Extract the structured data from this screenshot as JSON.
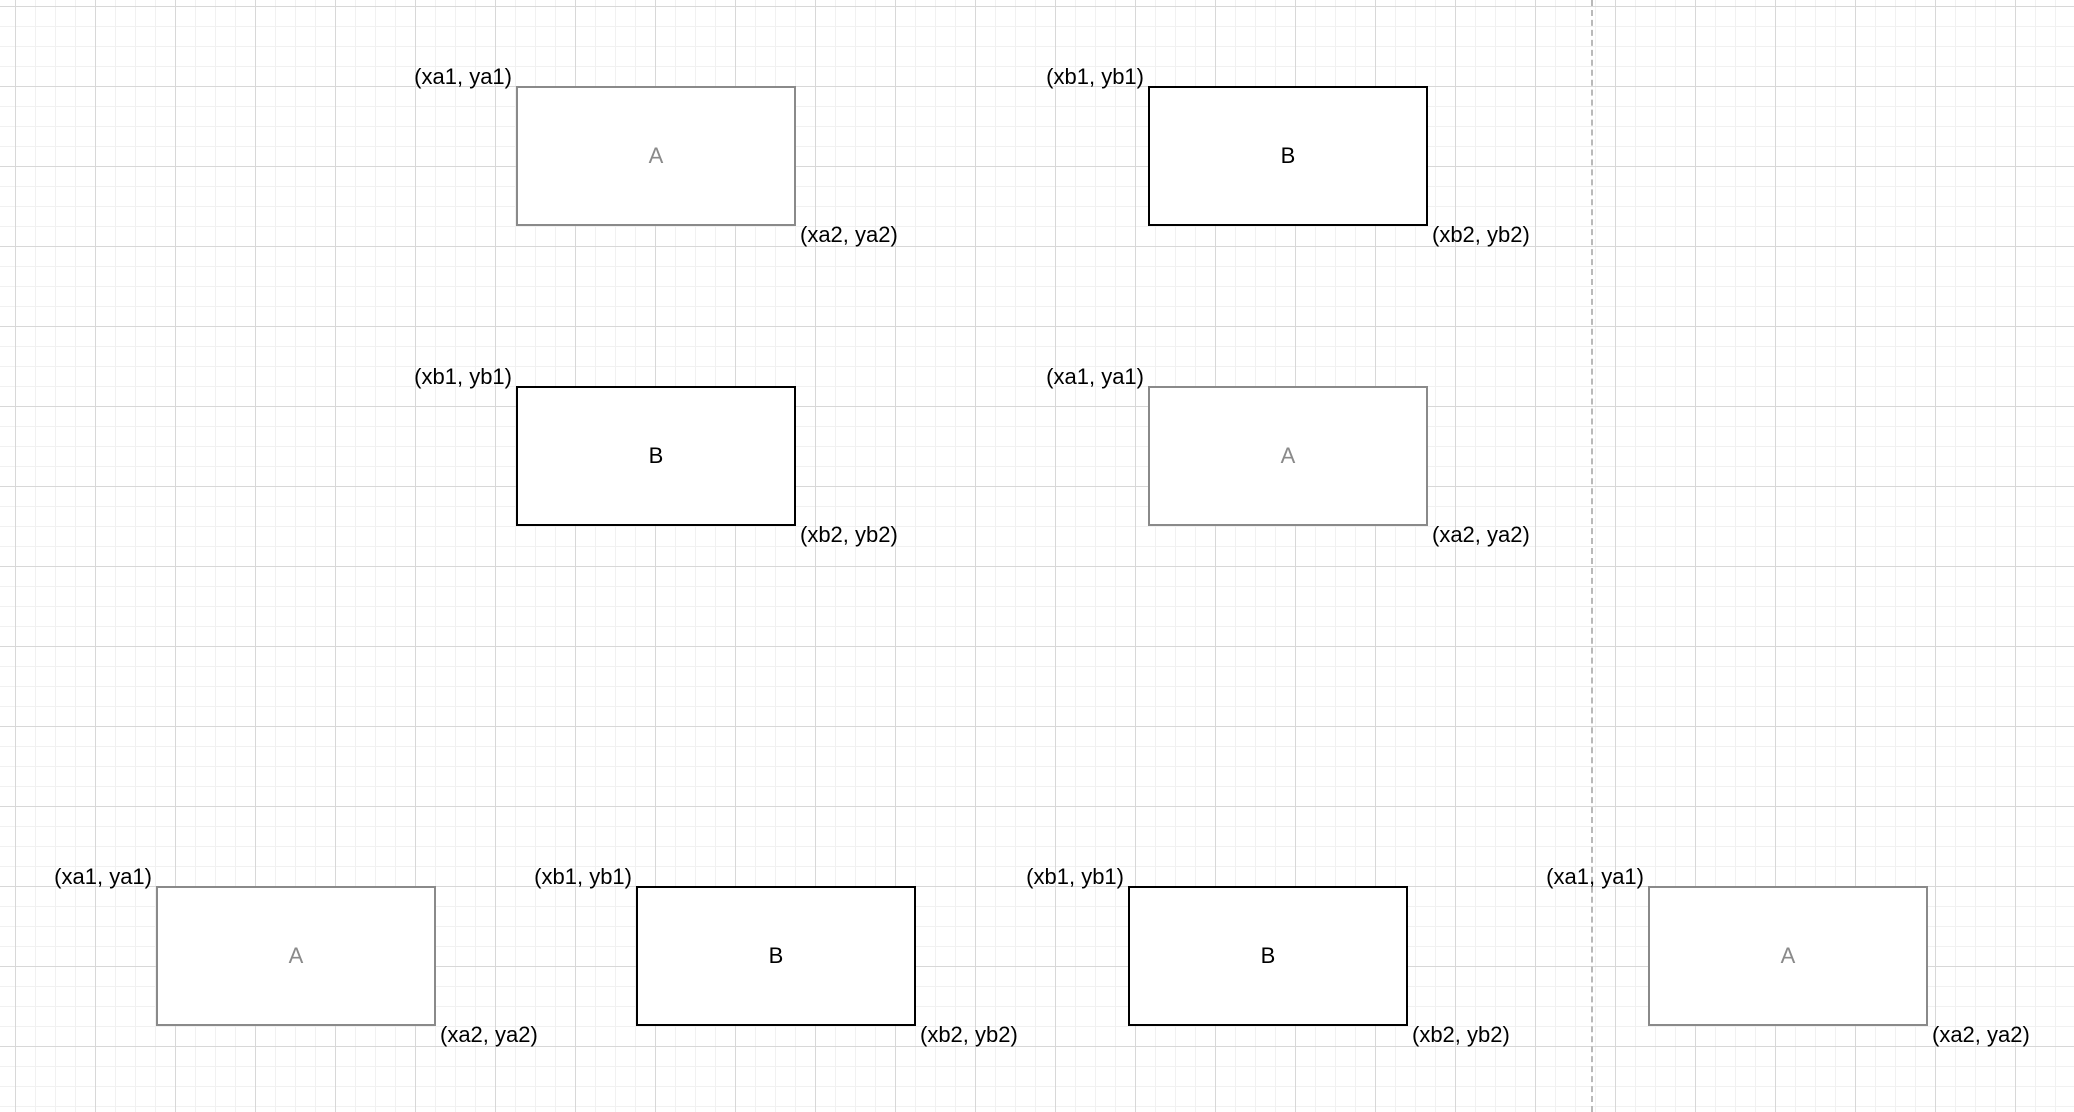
{
  "colors": {
    "box_a_border": "#8a8a8a",
    "box_b_border": "#000000",
    "grid": "#d8d8d8",
    "divider": "#b9b9b9"
  },
  "boxes": [
    {
      "label": "A",
      "tl": "(xa1, ya1)",
      "br": "(xa2, ya2)"
    },
    {
      "label": "B",
      "tl": "(xb1, yb1)",
      "br": "(xb2, yb2)"
    },
    {
      "label": "B",
      "tl": "(xb1, yb1)",
      "br": "(xb2, yb2)"
    },
    {
      "label": "A",
      "tl": "(xa1, ya1)",
      "br": "(xa2, ya2)"
    },
    {
      "label": "A",
      "tl": "(xa1, ya1)",
      "br": "(xa2, ya2)"
    },
    {
      "label": "B",
      "tl": "(xb1, yb1)",
      "br": "(xb2, yb2)"
    },
    {
      "label": "B",
      "tl": "(xb1, yb1)",
      "br": "(xb2, yb2)"
    },
    {
      "label": "A",
      "tl": "(xa1, ya1)",
      "br": "(xa2, ya2)"
    }
  ]
}
